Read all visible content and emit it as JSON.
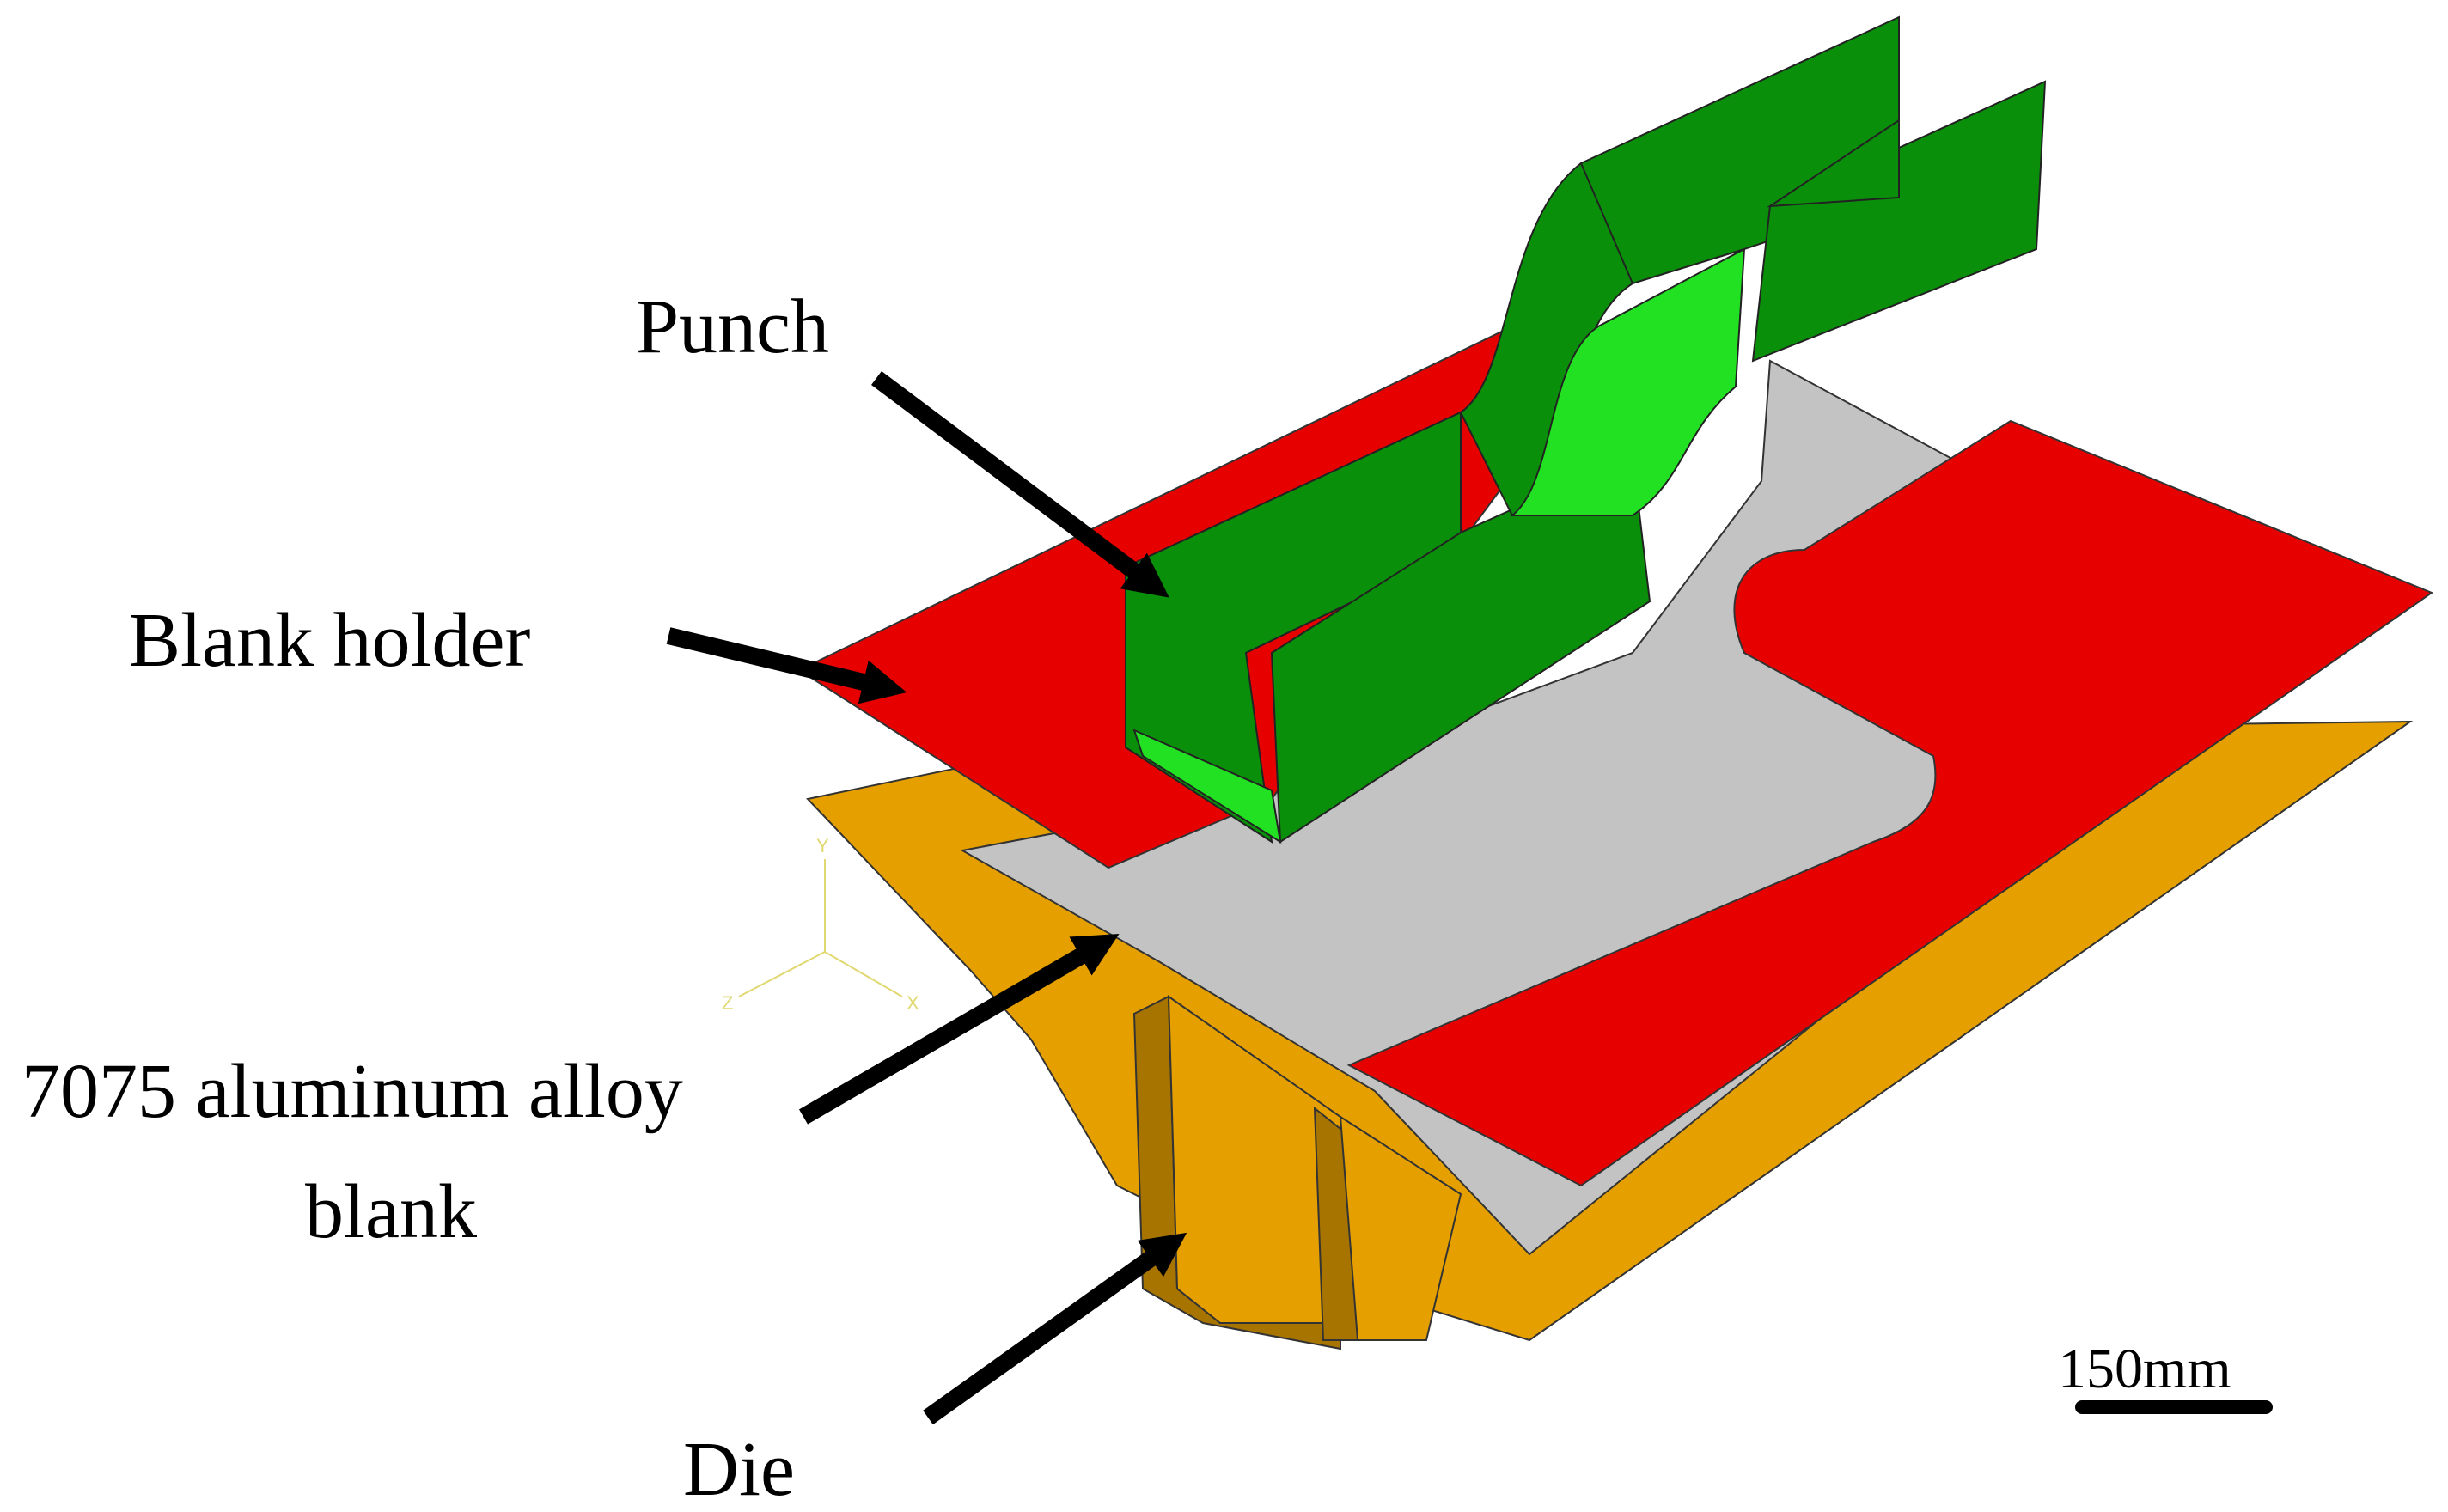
{
  "labels": {
    "punch": "Punch",
    "blank_holder": "Blank holder",
    "blank_line1": "7075 aluminum alloy",
    "blank_line2": "blank",
    "die": "Die"
  },
  "scale_bar": {
    "label": "150mm"
  },
  "axes_triad": {
    "y": "Y",
    "z": "Z",
    "x": "X"
  },
  "colors": {
    "punch": "#0a8f0a",
    "punch_light": "#22e022",
    "punch_dark": "#087208",
    "blank_holder": "#e60000",
    "blank": "#c3c3c3",
    "die": "#e5a000",
    "die_dark": "#a87400",
    "triad": "#e0d870",
    "arrow": "#000000"
  }
}
